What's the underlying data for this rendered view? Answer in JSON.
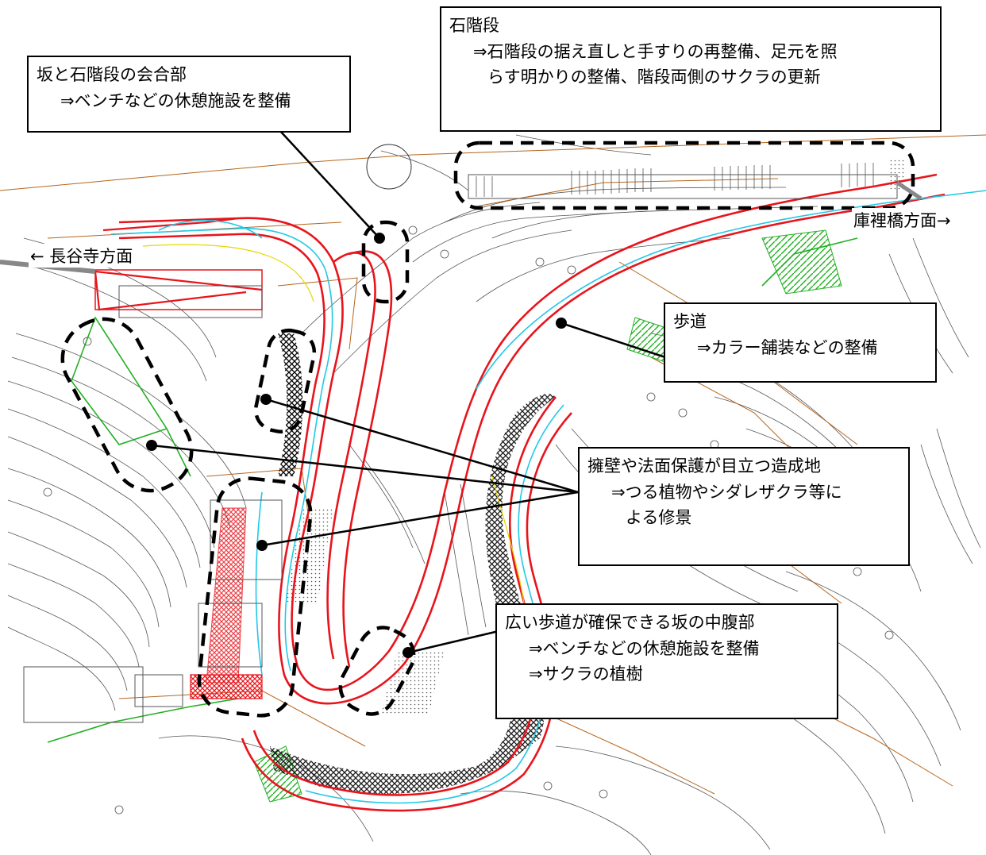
{
  "callouts": {
    "stone_stairs": {
      "title": "石階段",
      "line1": "⇒石階段の据え直しと手すりの再整備、足元を照",
      "line2": "らす明かりの整備、階段両側のサクラの更新"
    },
    "junction": {
      "title": "坂と石階段の会合部",
      "line1": "⇒ベンチなどの休憩施設を整備"
    },
    "sidewalk": {
      "title": "歩道",
      "line1": "⇒カラー舗装などの整備"
    },
    "retaining_wall": {
      "title": "擁壁や法面保護が目立つ造成地",
      "line1": "⇒つる植物やシダレザクラ等に",
      "line2": "よる修景"
    },
    "midslope": {
      "title": "広い歩道が確保できる坂の中腹部",
      "line1": "⇒ベンチなどの休憩施設を整備",
      "line2": "⇒サクラの植樹"
    }
  },
  "directions": {
    "left": "← 長谷寺方面",
    "right": "庫裡橋方面→"
  },
  "colors": {
    "road_red": "#e8141c",
    "cyan_line": "#22c8e6",
    "green_line": "#22b022",
    "contour": "#3a3a3a",
    "brown_line": "#b5651d"
  }
}
